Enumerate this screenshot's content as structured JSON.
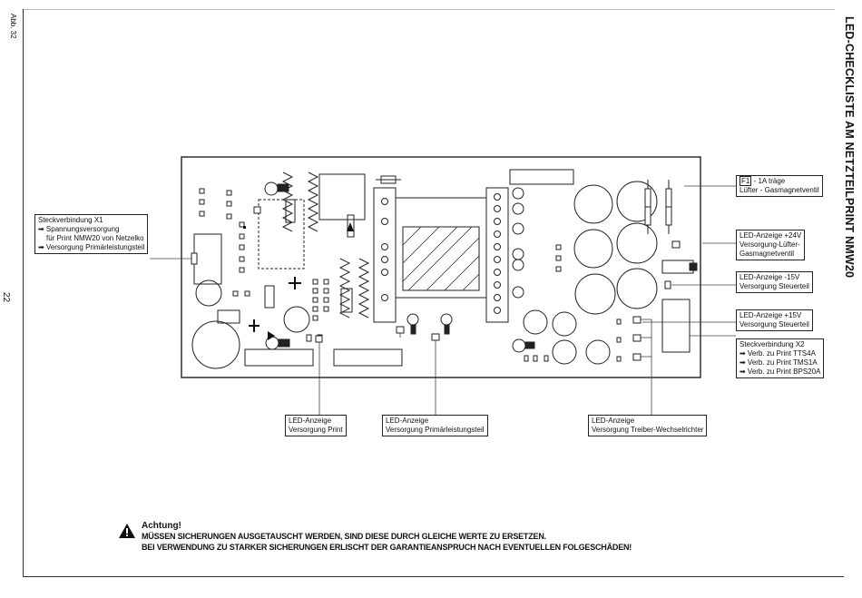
{
  "page": {
    "fig_label": "Abb. 32",
    "page_number": "22",
    "title": "LED-CHECKLISTE AM NETZTEILPRINT NMW20"
  },
  "callouts": {
    "x1": {
      "line1": "Steckverbindung X1",
      "line2": "➡ Spannungsversorgung",
      "line3": "für Print NMW20 von Netzelko",
      "line4": "➡ Versorgung Primärleistungsteil"
    },
    "f1": {
      "fuse_id": "F1",
      "line1": " - 1A träge",
      "line2": "Lüfter  -  Gasmagnetventil"
    },
    "led_24v": {
      "line1": "LED-Anzeige +24V",
      "line2": "Versorgung-Lüfter-",
      "line3": "Gasmagnetventil"
    },
    "led_m15v": {
      "line1": "LED-Anzeige -15V",
      "line2": "Versorgung Steuerteil"
    },
    "led_p15v": {
      "line1": "LED-Anzeige +15V",
      "line2": "Versorgung Steuerteil"
    },
    "x2": {
      "line1": "Steckverbindung X2",
      "line2": "➡ Verb. zu Print TTS4A",
      "line3": "➡ Verb. zu Print TMS1A",
      "line4": "➡ Verb. zu Print BPS20A"
    },
    "led_print": {
      "line1": "LED-Anzeige",
      "line2": "Versorgung Print"
    },
    "led_primaer": {
      "line1": "LED-Anzeige",
      "line2": "Versorgung Primärleistungsteil"
    },
    "led_treiber": {
      "line1": "LED-Anzeige",
      "line2": "Versorgung Treiber-Wechselrichter"
    }
  },
  "warning": {
    "heading": "Achtung!",
    "line1": "MÜSSEN SICHERUNGEN AUSGETAUSCHT WERDEN, SIND DIESE DURCH GLEICHE WERTE ZU ERSETZEN.",
    "line2": "BEI VERWENDUNG ZU STARKER SICHERUNGEN ERLISCHT DER GARANTIEANSPRUCH NACH EVENTUELLEN FOLGESCHÄDEN!"
  }
}
